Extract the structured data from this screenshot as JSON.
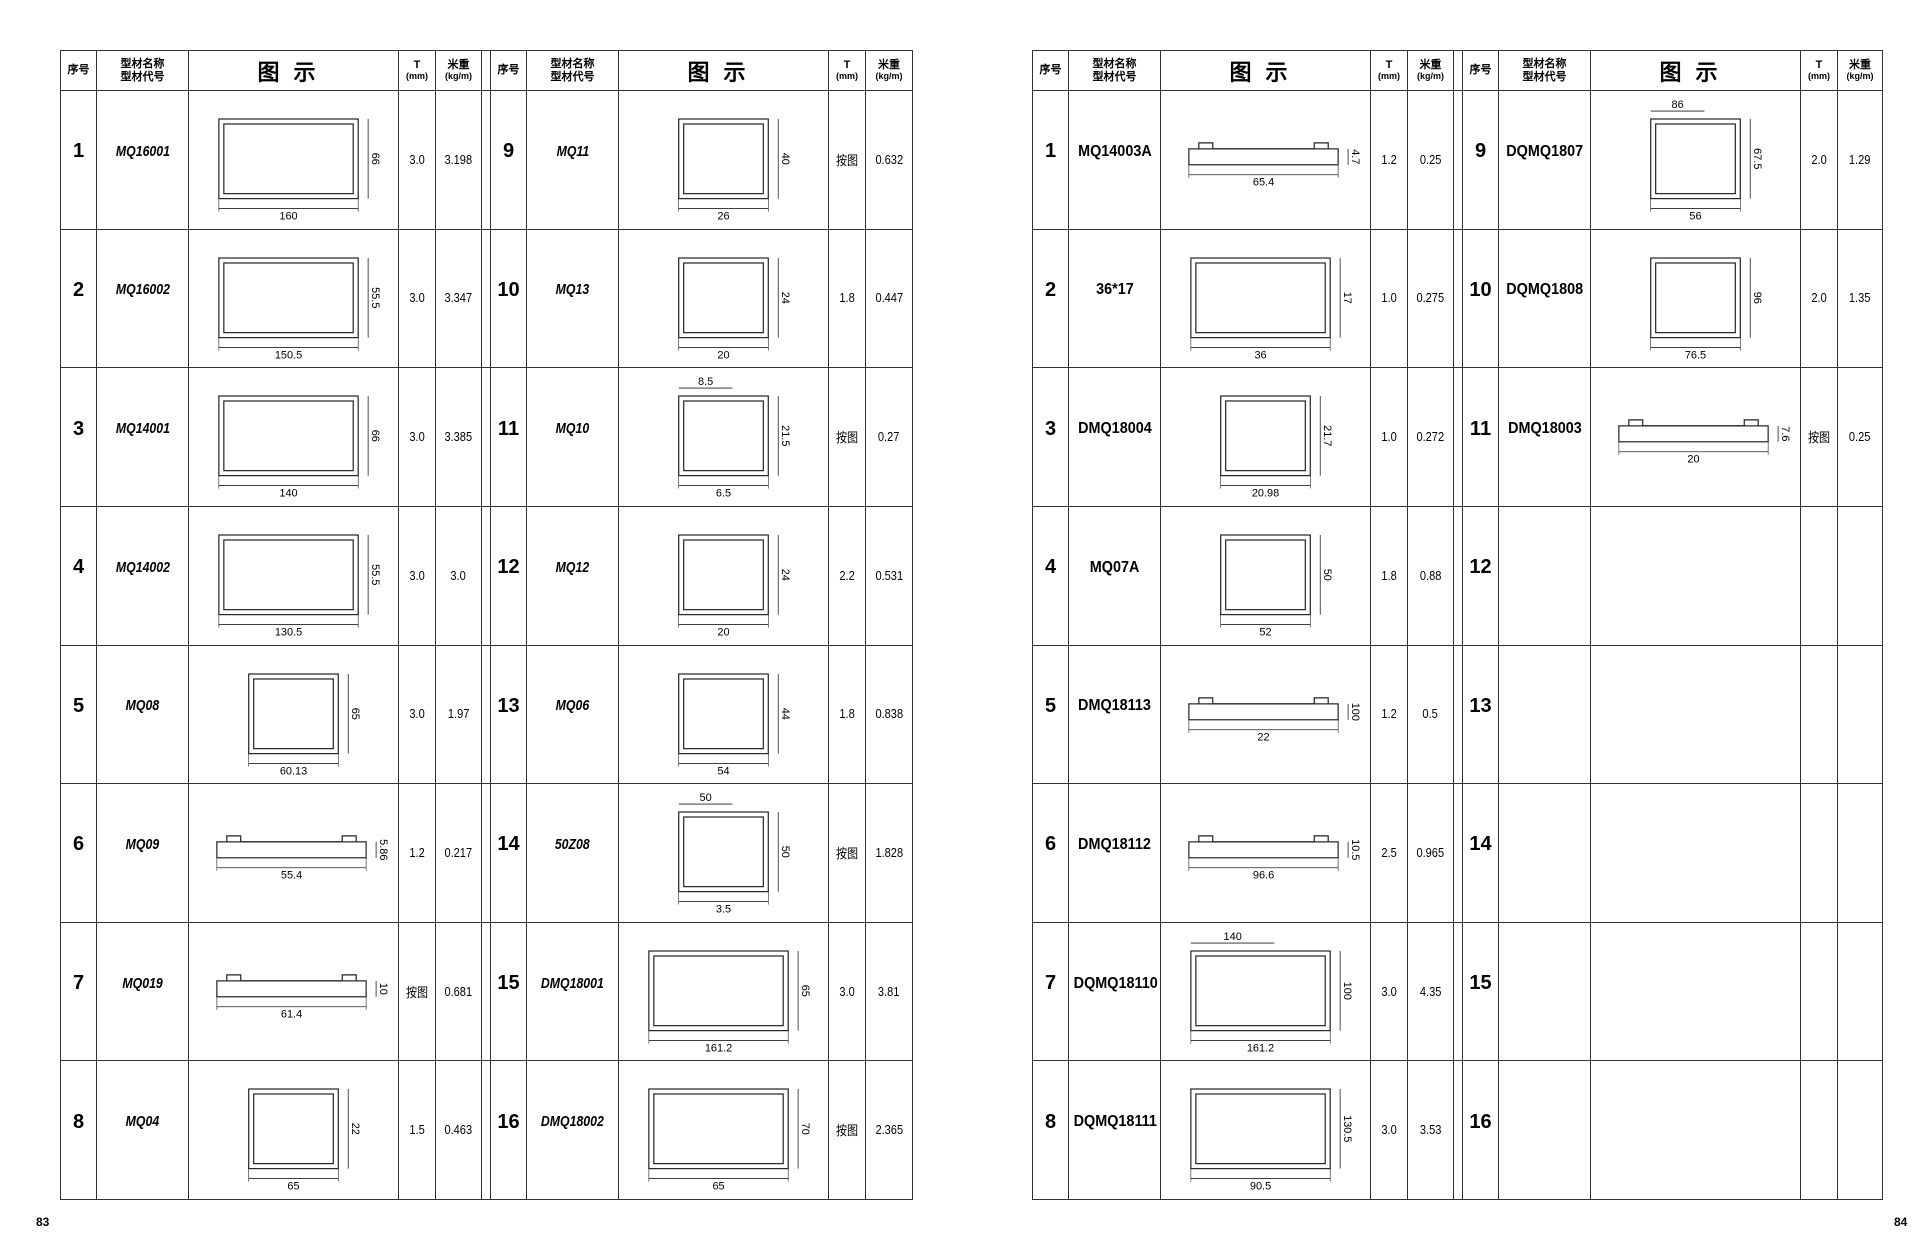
{
  "headers": {
    "seq": "序号",
    "name_line1": "型材名称",
    "name_line2": "型材代号",
    "diagram": "图示",
    "t_line1": "T",
    "t_line2": "(mm)",
    "weight_line1": "米重",
    "weight_line2": "(kg/m)"
  },
  "pages": [
    {
      "number": "83",
      "left": [
        {
          "seq": "1",
          "code": "MQ16001",
          "t": "3.0",
          "w": "3.198",
          "dims": [
            "160",
            "66"
          ]
        },
        {
          "seq": "2",
          "code": "MQ16002",
          "t": "3.0",
          "w": "3.347",
          "dims": [
            "150.5",
            "55.5"
          ]
        },
        {
          "seq": "3",
          "code": "MQ14001",
          "t": "3.0",
          "w": "3.385",
          "dims": [
            "140",
            "66"
          ]
        },
        {
          "seq": "4",
          "code": "MQ14002",
          "t": "3.0",
          "w": "3.0",
          "dims": [
            "130.5",
            "55.5"
          ]
        },
        {
          "seq": "5",
          "code": "MQ08",
          "t": "3.0",
          "w": "1.97",
          "dims": [
            "60.13",
            "65"
          ]
        },
        {
          "seq": "6",
          "code": "MQ09",
          "t": "1.2",
          "w": "0.217",
          "dims": [
            "55.4",
            "5.86"
          ]
        },
        {
          "seq": "7",
          "code": "MQ019",
          "t": "按图",
          "w": "0.681",
          "dims": [
            "61.4",
            "10"
          ]
        },
        {
          "seq": "8",
          "code": "MQ04",
          "t": "1.5",
          "w": "0.463",
          "dims": [
            "65",
            "22"
          ]
        }
      ],
      "right": [
        {
          "seq": "9",
          "code": "MQ11",
          "t": "按图",
          "w": "0.632",
          "dims": [
            "26",
            "40"
          ]
        },
        {
          "seq": "10",
          "code": "MQ13",
          "t": "1.8",
          "w": "0.447",
          "dims": [
            "20",
            "24"
          ]
        },
        {
          "seq": "11",
          "code": "MQ10",
          "t": "按图",
          "w": "0.27",
          "dims": [
            "6.5",
            "21.5",
            "8.5"
          ]
        },
        {
          "seq": "12",
          "code": "MQ12",
          "t": "2.2",
          "w": "0.531",
          "dims": [
            "20",
            "24"
          ]
        },
        {
          "seq": "13",
          "code": "MQ06",
          "t": "1.8",
          "w": "0.838",
          "dims": [
            "54",
            "44"
          ]
        },
        {
          "seq": "14",
          "code": "50Z08",
          "t": "按图",
          "w": "1.828",
          "dims": [
            "3.5",
            "50",
            "50"
          ]
        },
        {
          "seq": "15",
          "code": "DMQ18001",
          "t": "3.0",
          "w": "3.81",
          "dims": [
            "161.2",
            "65"
          ]
        },
        {
          "seq": "16",
          "code": "DMQ18002",
          "t": "按图",
          "w": "2.365",
          "dims": [
            "65",
            "70"
          ]
        }
      ]
    },
    {
      "number": "84",
      "left": [
        {
          "seq": "1",
          "code": "MQ14003A",
          "t": "1.2",
          "w": "0.25",
          "dims": [
            "65.4",
            "4.7"
          ]
        },
        {
          "seq": "2",
          "code": "36*17",
          "t": "1.0",
          "w": "0.275",
          "dims": [
            "36",
            "17"
          ]
        },
        {
          "seq": "3",
          "code": "DMQ18004",
          "t": "1.0",
          "w": "0.272",
          "dims": [
            "20.98",
            "21.7"
          ]
        },
        {
          "seq": "4",
          "code": "MQ07A",
          "t": "1.8",
          "w": "0.88",
          "dims": [
            "52",
            "50"
          ]
        },
        {
          "seq": "5",
          "code": "DMQ18113",
          "t": "1.2",
          "w": "0.5",
          "dims": [
            "22",
            "100"
          ]
        },
        {
          "seq": "6",
          "code": "DMQ18112",
          "t": "2.5",
          "w": "0.965",
          "dims": [
            "96.6",
            "10.5"
          ]
        },
        {
          "seq": "7",
          "code": "DQMQ18110",
          "t": "3.0",
          "w": "4.35",
          "dims": [
            "161.2",
            "100",
            "140"
          ]
        },
        {
          "seq": "8",
          "code": "DQMQ18111",
          "t": "3.0",
          "w": "3.53",
          "dims": [
            "90.5",
            "130.5"
          ]
        }
      ],
      "right": [
        {
          "seq": "9",
          "code": "DQMQ1807",
          "t": "2.0",
          "w": "1.29",
          "dims": [
            "56",
            "67.5",
            "86"
          ]
        },
        {
          "seq": "10",
          "code": "DQMQ1808",
          "t": "2.0",
          "w": "1.35",
          "dims": [
            "76.5",
            "96"
          ]
        },
        {
          "seq": "11",
          "code": "DMQ18003",
          "t": "按图",
          "w": "0.25",
          "dims": [
            "20",
            "7.6"
          ]
        },
        {
          "seq": "12",
          "code": "",
          "t": "",
          "w": "",
          "dims": []
        },
        {
          "seq": "13",
          "code": "",
          "t": "",
          "w": "",
          "dims": []
        },
        {
          "seq": "14",
          "code": "",
          "t": "",
          "w": "",
          "dims": []
        },
        {
          "seq": "15",
          "code": "",
          "t": "",
          "w": "",
          "dims": []
        },
        {
          "seq": "16",
          "code": "",
          "t": "",
          "w": "",
          "dims": []
        }
      ]
    }
  ]
}
